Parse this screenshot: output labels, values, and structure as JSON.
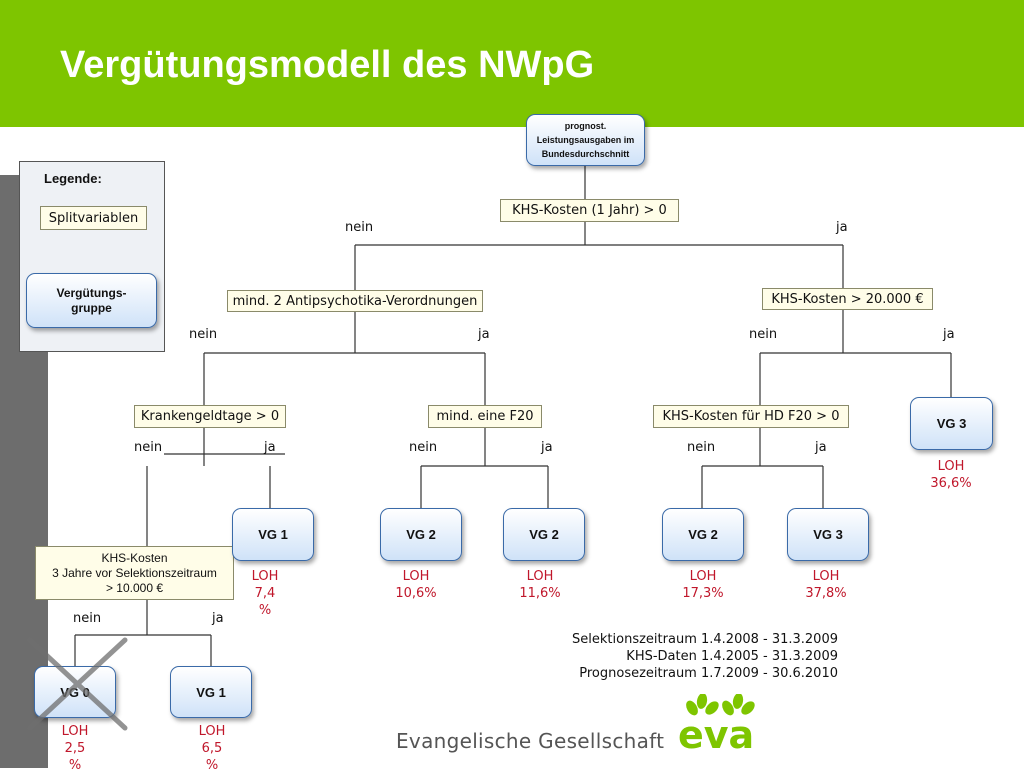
{
  "slide": {
    "title": "Vergütungsmodell des NWpG",
    "colors": {
      "header_green": "#7ec500",
      "loh_red": "#c0172b",
      "eva_green": "#7ec500"
    }
  },
  "legend": {
    "title": "Legende:",
    "split_label": "Splitvariablen",
    "group_label_line1": "Vergütungs-",
    "group_label_line2": "gruppe"
  },
  "root": {
    "line1": "prognost.",
    "line2": "Leistungsausgaben im",
    "line3": "Bundesdurchschnitt"
  },
  "splits": {
    "khs_1jahr": "KHS-Kosten (1 Jahr)  > 0",
    "antipsychotika": "mind. 2 Antipsychotika-Verordnungen",
    "khs_20000": "KHS-Kosten > 20.000 €",
    "krankengeld": "Krankengeldtage > 0",
    "f20": "mind. eine F20",
    "khs_hd_f20": "KHS-Kosten für HD F20 > 0",
    "khs3_line1": "KHS-Kosten",
    "khs3_line2": "3 Jahre vor Selektionszeitraum",
    "khs3_line3": "> 10.000 €"
  },
  "edges": {
    "nein": "nein",
    "ja": "ja"
  },
  "groups": {
    "vg0": "VG 0",
    "vg1": "VG 1",
    "vg2": "VG 2",
    "vg3": "VG 3"
  },
  "loh": {
    "label": "LOH",
    "vg3_top": "36,6%",
    "vg1_a_line1": "7,4",
    "vg1_a_line2": "%",
    "vg2_a": "10,6%",
    "vg2_b": "11,6%",
    "vg2_c": "17,3%",
    "vg3_b": "37,8%",
    "vg0_line1": "2,5",
    "vg0_line2": "%",
    "vg1_b_line1": "6,5",
    "vg1_b_line2": "%"
  },
  "info": {
    "line1": "Selektionszeitraum 1.4.2008  - 31.3.2009",
    "line2": "KHS-Daten  1.4.2005 - 31.3.2009",
    "line3": "Prognosezeitraum 1.7.2009  -  30.6.2010"
  },
  "footer": {
    "org_name": "Evangelische Gesellschaft",
    "logo_text": "eva"
  }
}
